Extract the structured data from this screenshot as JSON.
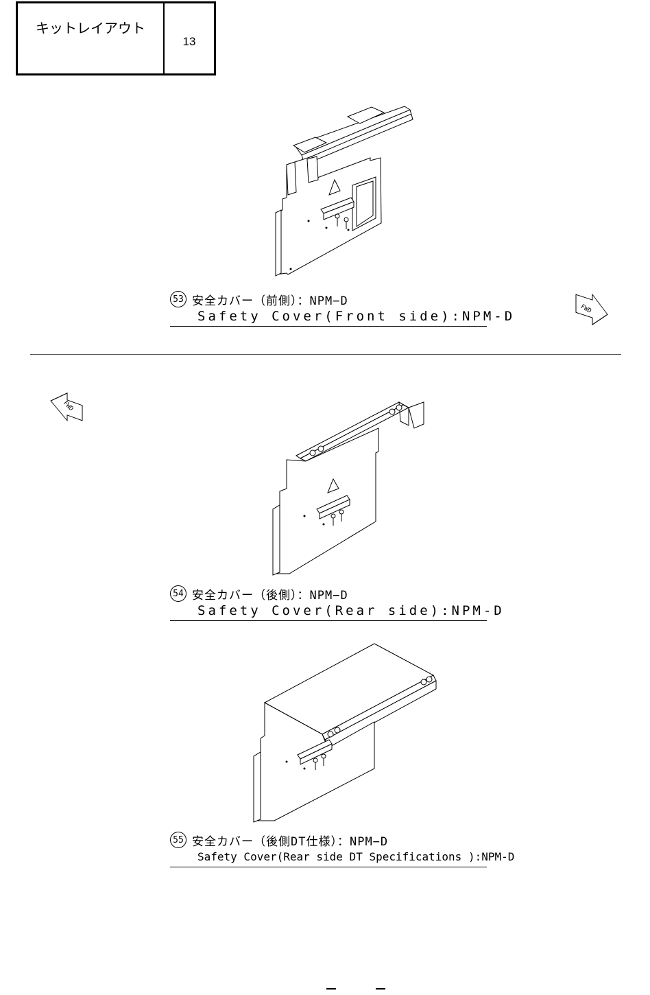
{
  "header": {
    "title": "キットレイアウト",
    "page_number": "13"
  },
  "fwd_label": "FWD",
  "parts": [
    {
      "number": "53",
      "name_jp": "安全カバー（前側）：NPM−D",
      "name_en": "Safety Cover(Front side):NPM-D"
    },
    {
      "number": "54",
      "name_jp": "安全カバー（後側）：NPM−D",
      "name_en": "Safety Cover(Rear side):NPM-D"
    },
    {
      "number": "55",
      "name_jp": "安全カバー（後側DT仕様）：NPM−D",
      "name_en": "Safety Cover(Rear side DT Specifications ):NPM-D"
    }
  ]
}
